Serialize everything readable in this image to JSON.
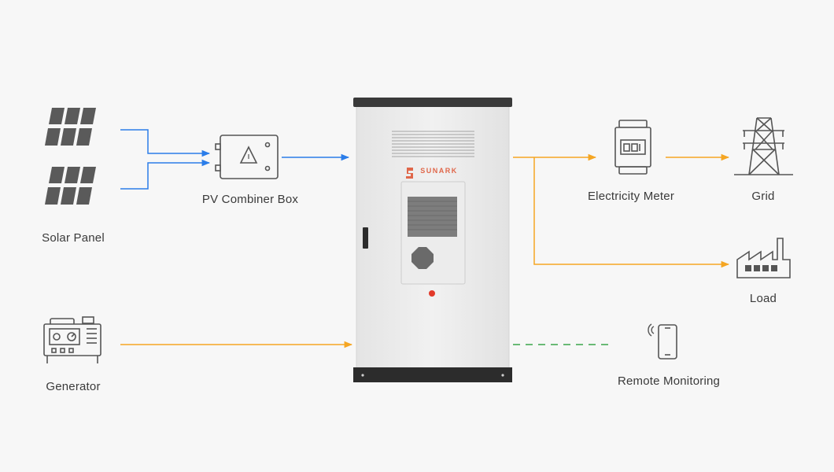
{
  "labels": {
    "solar_panel": "Solar Panel",
    "combiner_box": "PV Combiner Box",
    "generator": "Generator",
    "electricity_meter": "Electricity Meter",
    "grid": "Grid",
    "load": "Load",
    "remote_monitoring": "Remote Monitoring"
  },
  "cabinet": {
    "brand": "SUNARK"
  },
  "colors": {
    "background": "#f7f7f7",
    "dc_flow": "#2b7de9",
    "ac_flow": "#f5a623",
    "comm_link": "#3aa64a",
    "icon": "#555555",
    "brand": "#e0674a"
  }
}
